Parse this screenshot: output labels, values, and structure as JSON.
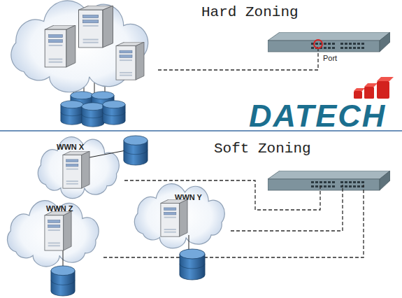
{
  "diagram": {
    "nodes": [
      {
        "text": [
          "WWN X"
        ]
      },
      {
        "text": [
          "WWN Y"
        ]
      },
      {
        "text": [
          "WWN Z"
        ]
      }
    ],
    "labels": [
      "Hard Zoning",
      "Port",
      "DATECH",
      "Soft Zoning"
    ]
  }
}
